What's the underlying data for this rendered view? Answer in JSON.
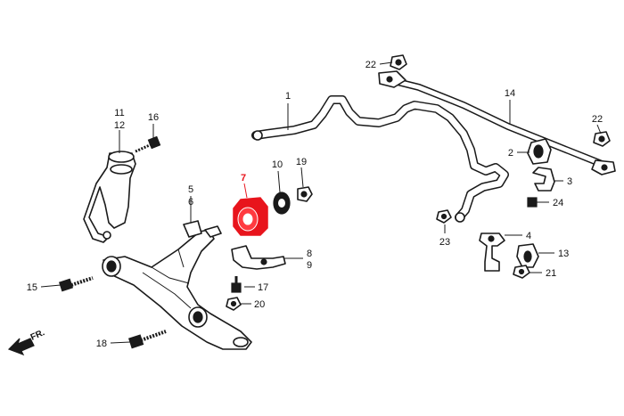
{
  "colors": {
    "line": "#1a1a1a",
    "highlight": "#e8141c",
    "background": "#ffffff"
  },
  "labels": {
    "p1": "1",
    "p2": "2",
    "p3": "3",
    "p4": "4",
    "p5": "5",
    "p6": "6",
    "p7": "7",
    "p8": "8",
    "p9": "9",
    "p10": "10",
    "p11": "11",
    "p12": "12",
    "p13": "13",
    "p14": "14",
    "p15": "15",
    "p16": "16",
    "p17": "17",
    "p18": "18",
    "p19": "19",
    "p20": "20",
    "p21": "21",
    "p22a": "22",
    "p22b": "22",
    "p23": "23",
    "p24": "24"
  },
  "direction": {
    "text": "FR.",
    "icon": "arrow-front-icon"
  },
  "highlighted_part": "7"
}
